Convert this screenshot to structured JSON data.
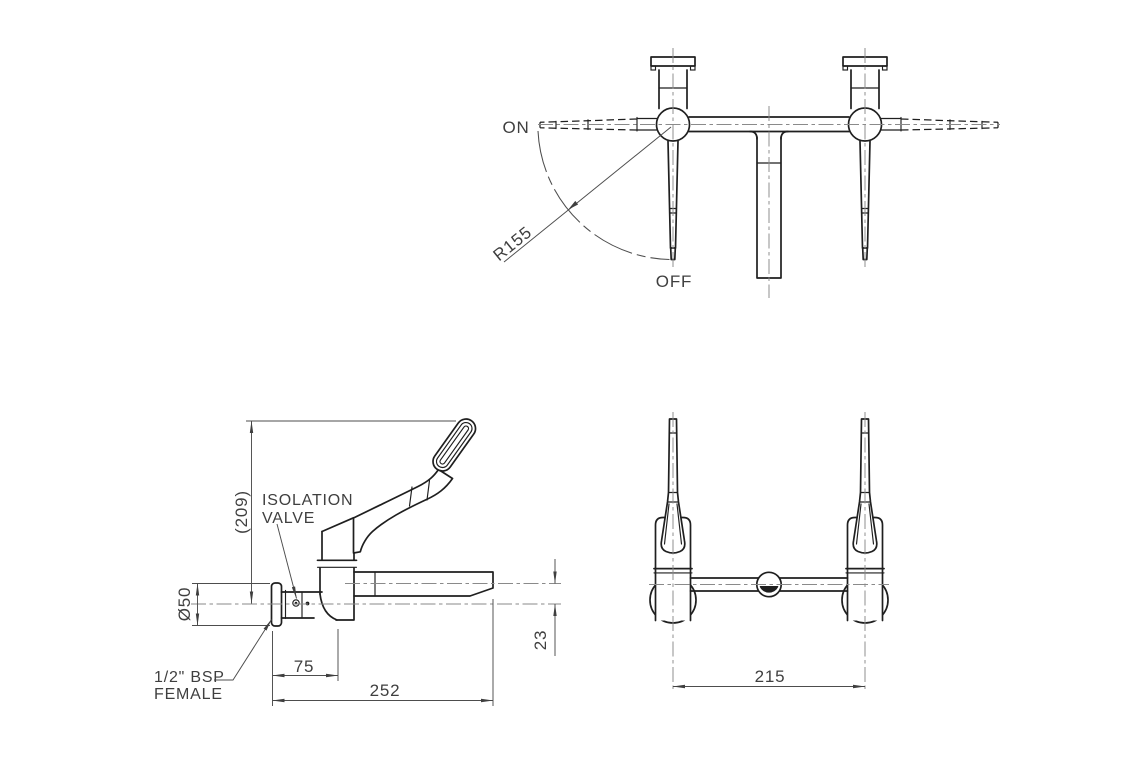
{
  "colors": {
    "line": "#1f1f1f",
    "thin": "#4d4d4d",
    "center": "#8a8a8a",
    "text": "#3f3f3f",
    "bg": "#ffffff"
  },
  "plan_view": {
    "on_label": "ON",
    "off_label": "OFF",
    "handle_radius_dim": "R155"
  },
  "side_view": {
    "height_dim": "(209)",
    "isolation_label_line1": "ISOLATION",
    "isolation_label_line2": "VALVE",
    "flange_diameter_dim": "Ø50",
    "wall_to_body_dim": "75",
    "spout_reach_dim": "252",
    "spout_drop_dim": "23",
    "inlet_label_line1": "1/2\" BSP",
    "inlet_label_line2": "FEMALE"
  },
  "front_view": {
    "valve_centres_dim": "215"
  }
}
